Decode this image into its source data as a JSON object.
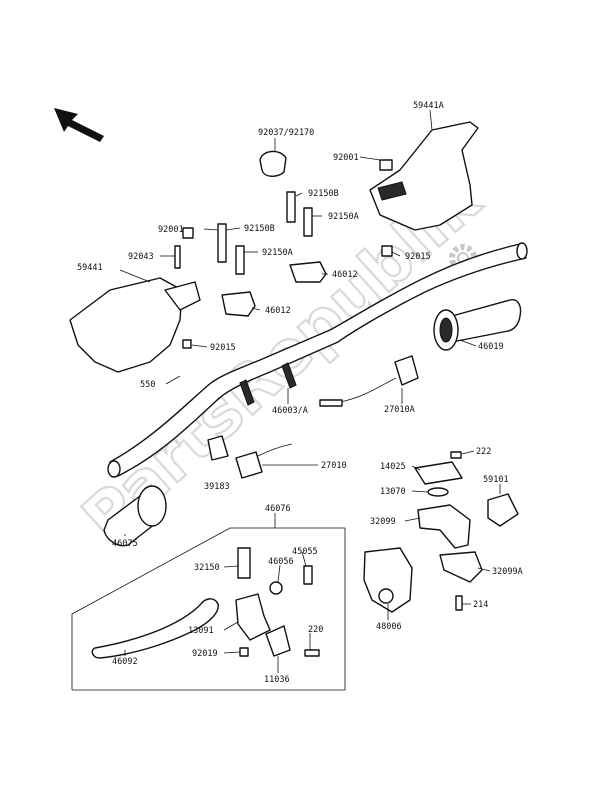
{
  "watermark": "PartsRepublik",
  "icons": {
    "direction": "front-arrow-icon",
    "gear": "gear-icon"
  },
  "labels": {
    "p59441A": "59441A",
    "p92037_92170": "92037/92170",
    "p92001_top": "92001",
    "p92150B_a": "92150B",
    "p92150A_a": "92150A",
    "p92001_left": "92001",
    "p92150B_b": "92150B",
    "p92043": "92043",
    "p92150A_b": "92150A",
    "p46012_a": "46012",
    "p92015_a": "92015",
    "p59441": "59441",
    "p46012_b": "46012",
    "p92015_b": "92015",
    "p46019": "46019",
    "p550": "550",
    "p46003A": "46003/A",
    "p27010A": "27010A",
    "p27010": "27010",
    "p39183": "39183",
    "p222": "222",
    "p14025": "14025",
    "p59101": "59101",
    "p13070": "13070",
    "p32099": "32099",
    "p46075": "46075",
    "p46076": "46076",
    "p32150": "32150",
    "p46056": "46056",
    "p45055": "45055",
    "p32099A": "32099A",
    "p214": "214",
    "p13091": "13091",
    "p220": "220",
    "p48006": "48006",
    "p92019": "92019",
    "p46092": "46092",
    "p11036": "11036"
  }
}
